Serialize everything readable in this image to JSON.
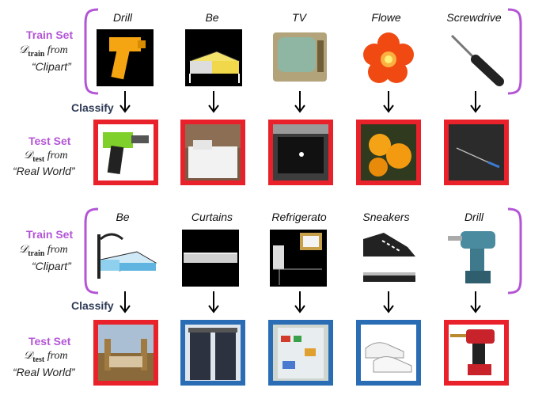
{
  "panels": [
    {
      "train_set_label": "Train Set",
      "train_desc_math": "𝒟",
      "train_desc_sub": "train",
      "train_desc_rest": " from",
      "train_source": "“Clipart”",
      "classify_label": "Classify",
      "test_set_label": "Test Set",
      "test_desc_math": "𝒟",
      "test_desc_sub": "test",
      "test_desc_rest": " from",
      "test_source": "“Real World”",
      "classes": [
        "Drill",
        "Be",
        "TV",
        "Flowe",
        "Screwdrive"
      ],
      "results": [
        "wrong",
        "wrong",
        "wrong",
        "wrong",
        "wrong"
      ]
    },
    {
      "train_set_label": "Train Set",
      "train_desc_math": "𝒟",
      "train_desc_sub": "train",
      "train_desc_rest": " from",
      "train_source": "“Clipart”",
      "classify_label": "Classify",
      "test_set_label": "Test Set",
      "test_desc_math": "𝒟",
      "test_desc_sub": "test",
      "test_desc_rest": " from",
      "test_source": "“Real World”",
      "classes": [
        "Be",
        "Curtains",
        "Refrigerato",
        "Sneakers",
        "Drill"
      ],
      "results": [
        "wrong",
        "correct",
        "correct",
        "correct",
        "wrong"
      ]
    }
  ],
  "colors": {
    "set_label": "#b455d6",
    "wrong_frame": "#e8212b",
    "correct_frame": "#2a6db5",
    "bracket": "#b455d6",
    "classify": "#2e3a55"
  },
  "icons": {
    "arrow": "down-arrow-icon"
  }
}
